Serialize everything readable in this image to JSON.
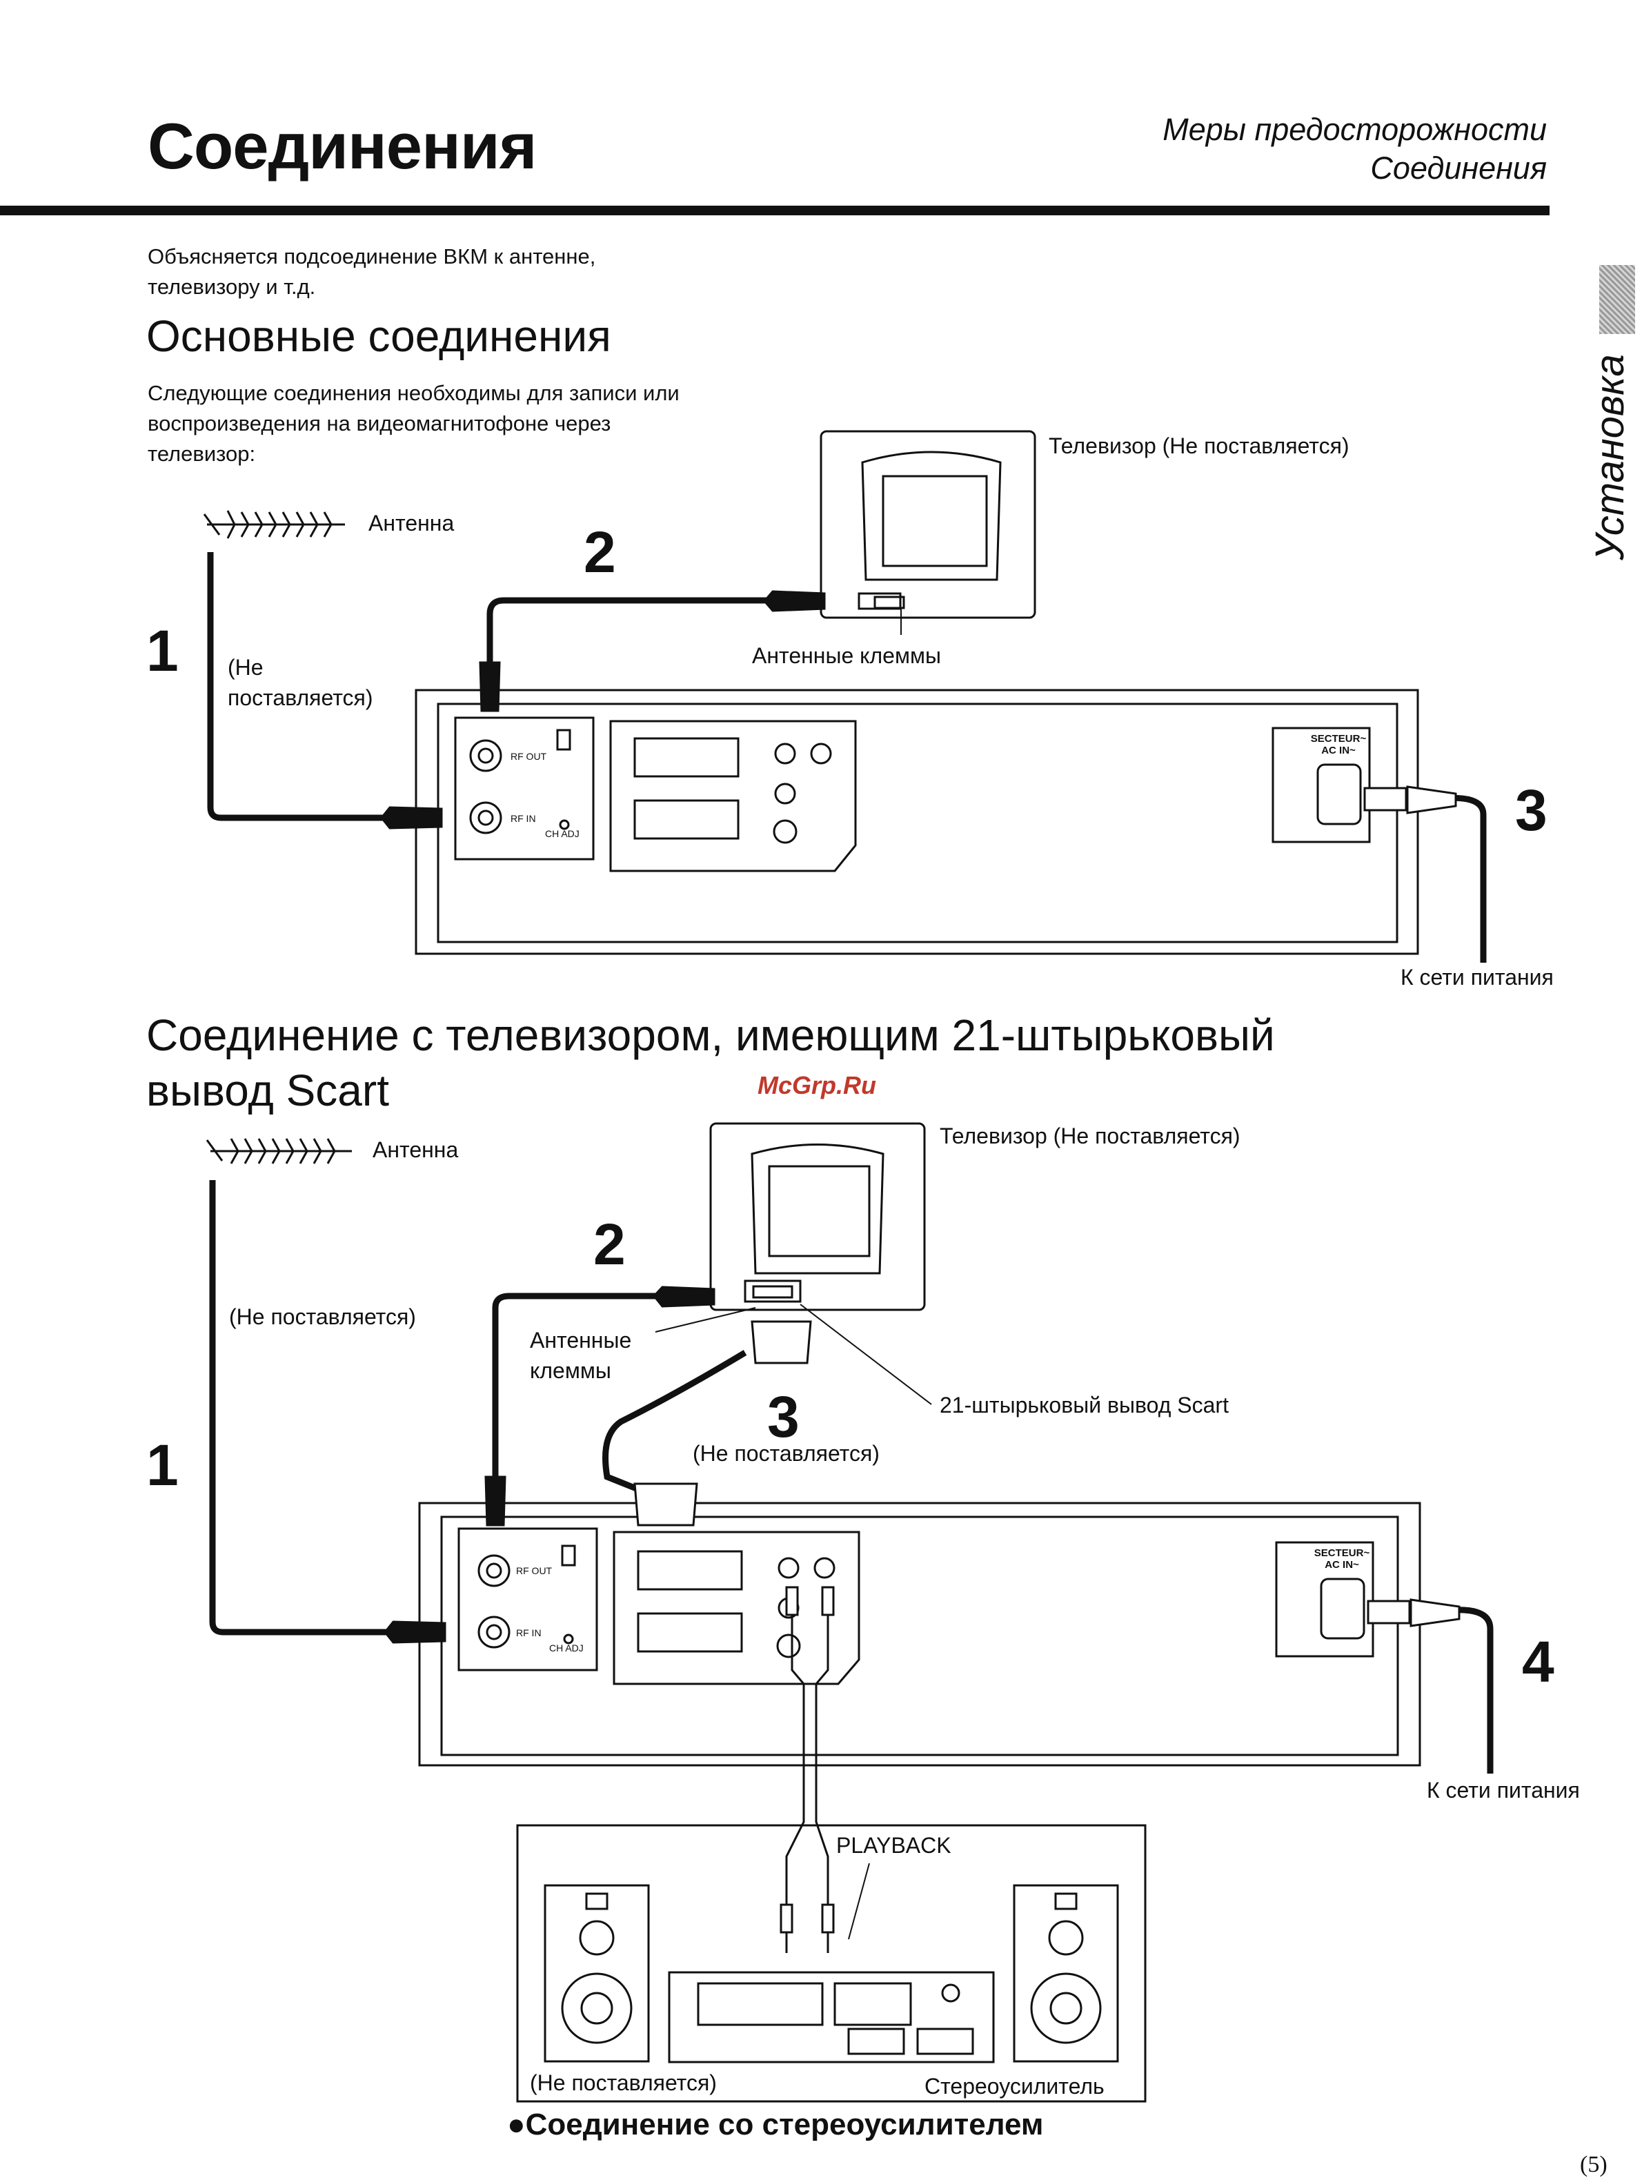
{
  "header": {
    "title": "Соединения",
    "breadcrumb_line1": "Меры предосторожности",
    "breadcrumb_line2": "Соединения"
  },
  "side_tab": {
    "label": "Установка"
  },
  "intro": {
    "line1": "Объясняется подсоединение ВКМ к антенне,",
    "line2": "телевизору и т.д."
  },
  "section1": {
    "heading": "Основные соединения",
    "text_line1": "Следующие соединения необходимы для записи или",
    "text_line2": "воспроизведения на видеомагнитофоне через",
    "text_line3": "телевизор:",
    "antenna": "Антенна",
    "tv": "Телевизор (Не поставляется)",
    "terminals": "Антенные клеммы",
    "not_supplied_line1": "(Не",
    "not_supplied_line2": "поставляется)",
    "mains": "К сети питания",
    "step1": "1",
    "step2": "2",
    "step3": "3"
  },
  "section2": {
    "heading_line1": "Соединение с телевизором, имеющим 21-штырьковый",
    "heading_line2": "вывод Scart",
    "antenna": "Антенна",
    "tv": "Телевизор (Не поставляется)",
    "not_supplied": "(Не поставляется)",
    "terminals_line1": "Антенные",
    "terminals_line2": "клеммы",
    "scart": "21-штырьковый вывод Scart",
    "scart_not_supplied": "(Не поставляется)",
    "mains": "К сети питания",
    "step1": "1",
    "step2": "2",
    "step3": "3",
    "step4": "4"
  },
  "panel_labels": {
    "secteur": "SECTEUR~",
    "ac_in": "AC IN~",
    "rf_out": "RF OUT",
    "rf_in": "RF IN",
    "ch_adj": "CH ADJ"
  },
  "stereo": {
    "playback": "PLAYBACK",
    "not_supplied": "(Не поставляется)",
    "amplifier": "Стереоусилитель",
    "caption": "●Соединение со стереоусилителем"
  },
  "watermark": "McGrp.Ru",
  "page_number": "(5)"
}
